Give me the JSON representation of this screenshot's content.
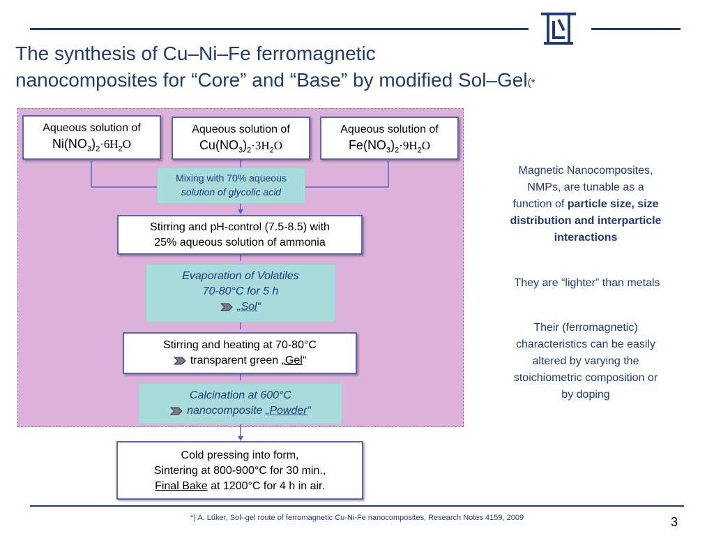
{
  "title": {
    "line1": "The synthesis of Cu–Ni–Fe ferromagnetic",
    "line2": "nanocomposites for “Core” and “Base” by modified Sol–Gel",
    "marker": "(*"
  },
  "flow": {
    "ni": {
      "line1": "Aqueous solution of",
      "prefix": "Ni(NO",
      "sub1": "3",
      "mid": ")",
      "sub2": "2",
      "hydrate": "·6H",
      "sub3": "2",
      "tail": "O"
    },
    "cu": {
      "line1": "Aqueous solution of",
      "prefix": "Cu(NO",
      "sub1": "3",
      "mid": ")",
      "sub2": "2",
      "hydrate": "·3H",
      "sub3": "2",
      "tail": "O"
    },
    "fe": {
      "line1": "Aqueous solution of",
      "prefix": "Fe(NO",
      "sub1": "3",
      "mid": ")",
      "sub2": "2",
      "hydrate": "·9H",
      "sub3": "2",
      "tail": "O"
    },
    "mixing": {
      "line1": "Mixing with 70% aqueous",
      "line2": "solution of glycolic acid"
    },
    "stirring_ph": {
      "line1": "Stirring and pH-control (7.5-8.5) with",
      "line2": "25% aqueous solution of ammonia"
    },
    "evaporation": {
      "line1": "Evaporation of Volatiles",
      "line2": "70-80°C for 5 h",
      "open_quote": "„",
      "keyword": "Sol",
      "close_quote": "“"
    },
    "heating": {
      "line1": "Stirring and heating at 70-80°C",
      "line2_prefix": "transparent green „",
      "keyword": "Gel",
      "close_quote": "“"
    },
    "calcination": {
      "line1": "Calcination at 600°C",
      "line2_prefix": "nanocomposite „",
      "keyword": "Powder",
      "close_quote": "“"
    },
    "final": {
      "line1": "Cold pressing into form,",
      "line2": "Sintering at 800-900°C for 30 min.,",
      "keyword": "Final Bake",
      "line3_rest": " at 1200°C for 4 h in air."
    }
  },
  "right": {
    "p1_a": "Magnetic Nanocomposites,",
    "p1_b": "NMPs, are tunable as a",
    "p1_c": "function of ",
    "p1_bold1": "particle size, size",
    "p1_bold2": "distribution and interparticle",
    "p1_bold3": "interactions",
    "p2": "They are “lighter” than metals",
    "p3_a": "Their (ferromagnetic)",
    "p3_b": "characteristics can be easily",
    "p3_c": "altered by varying the",
    "p3_d": "stoichiometric composition or",
    "p3_e": "by doping"
  },
  "footer": {
    "footnote": "*) A. Lűker, Sol–gel route of ferromagnetic Cu-Ni-Fe nanocomposites, Research Notes 4159, 2009",
    "page": "3"
  },
  "colors": {
    "accent": "#1f3a78",
    "purple": "#dcb1da",
    "teal": "#a8dcdc",
    "box_border": "#5a64c0"
  },
  "icons": {
    "logo": "university-logo-icon",
    "bullet": "chevron-arrow-icon"
  }
}
